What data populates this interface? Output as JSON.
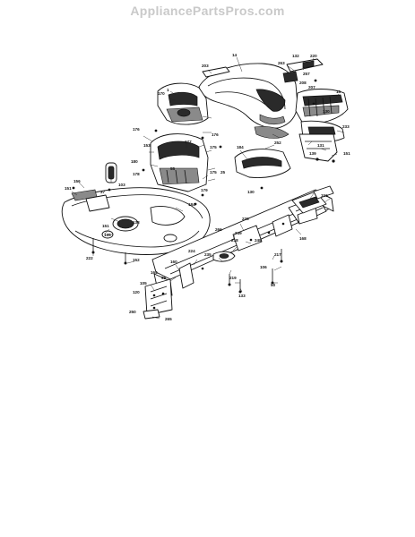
{
  "site_title": "AppliancePartsPros.com",
  "callouts": {
    "c1": "1",
    "c14": "14",
    "c15": "15",
    "c25": "25",
    "c37": "37",
    "c50": "50",
    "c55": "55",
    "c98": "98",
    "c103": "103",
    "c105": "105",
    "c106": "106",
    "c120": "120",
    "c130": "130",
    "c130b": "130",
    "c131": "131",
    "c132": "132",
    "c133": "133",
    "c138": "138",
    "c139": "139",
    "c151": "151",
    "c151b": "151",
    "c151c": "151",
    "c152": "152",
    "c153": "153",
    "c156": "156",
    "c156b": "156",
    "c160": "160",
    "c164": "164",
    "c168": "168",
    "c170": "170",
    "c175": "175",
    "c175b": "175",
    "c176": "176",
    "c176b": "176",
    "c177": "177",
    "c178": "178",
    "c179": "179",
    "c180": "180",
    "c184": "184",
    "c184b": "184",
    "c195": "195",
    "c203": "203",
    "c207": "207",
    "c208": "208",
    "c217": "217",
    "c218": "218",
    "c219": "219",
    "c220": "220",
    "c222": "222",
    "c224": "224",
    "c233": "233",
    "c235": "235",
    "c236": "236",
    "c248": "248",
    "c249": "249",
    "c250": "250",
    "c252": "252",
    "c257": "257",
    "c263": "263",
    "c265": "265",
    "c266": "266"
  }
}
